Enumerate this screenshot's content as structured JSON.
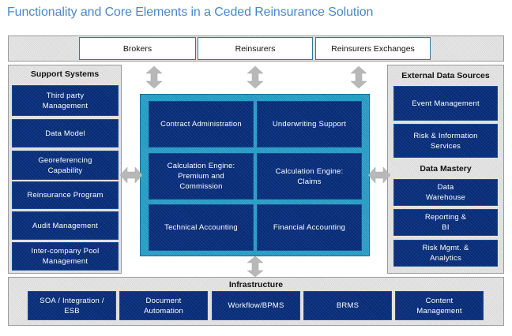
{
  "title": "Functionality and Core Elements in a Ceded Reinsurance Solution",
  "external_parties": [
    {
      "label": "Brokers"
    },
    {
      "label": "Reinsurers"
    },
    {
      "label": "Reinsurers Exchanges"
    }
  ],
  "support_systems": {
    "heading": "Support Systems",
    "items": [
      {
        "label": "Third party\nManagement"
      },
      {
        "label": "Data Model"
      },
      {
        "label": "Georeferencing\nCapability"
      },
      {
        "label": "Reinsurance Program"
      },
      {
        "label": "Audit Management"
      },
      {
        "label": "Inter-company Pool\nManagement"
      }
    ]
  },
  "core": {
    "items": [
      {
        "label": "Contract Administration"
      },
      {
        "label": "Underwriting Support"
      },
      {
        "label": "Calculation Engine:\nPremium and\nCommission"
      },
      {
        "label": "Calculation Engine:\nClaims"
      },
      {
        "label": "Technical Accounting"
      },
      {
        "label": "Financial Accounting"
      }
    ]
  },
  "external_data_sources": {
    "heading": "External Data Sources",
    "items": [
      {
        "label": "Event Management"
      },
      {
        "label": "Risk & Information\nServices"
      }
    ]
  },
  "data_mastery": {
    "heading": "Data Mastery",
    "items": [
      {
        "label": "Data\nWarehouse"
      },
      {
        "label": "Reporting &\nBI"
      },
      {
        "label": "Risk Mgmt. &\nAnalytics"
      }
    ]
  },
  "infrastructure": {
    "heading": "Infrastructure",
    "items": [
      {
        "label": "SOA / Integration /\nESB"
      },
      {
        "label": "Document\nAutomation"
      },
      {
        "label": "Workflow/BPMS"
      },
      {
        "label": "BRMS"
      },
      {
        "label": "Content\nManagement"
      }
    ]
  },
  "colors": {
    "title": "#4a88c8",
    "box_fill": "#0b2f7a",
    "core_frame": "#1e93bd",
    "panel_fill": "#e0e0e0",
    "arrow": "#b8b8b8"
  }
}
